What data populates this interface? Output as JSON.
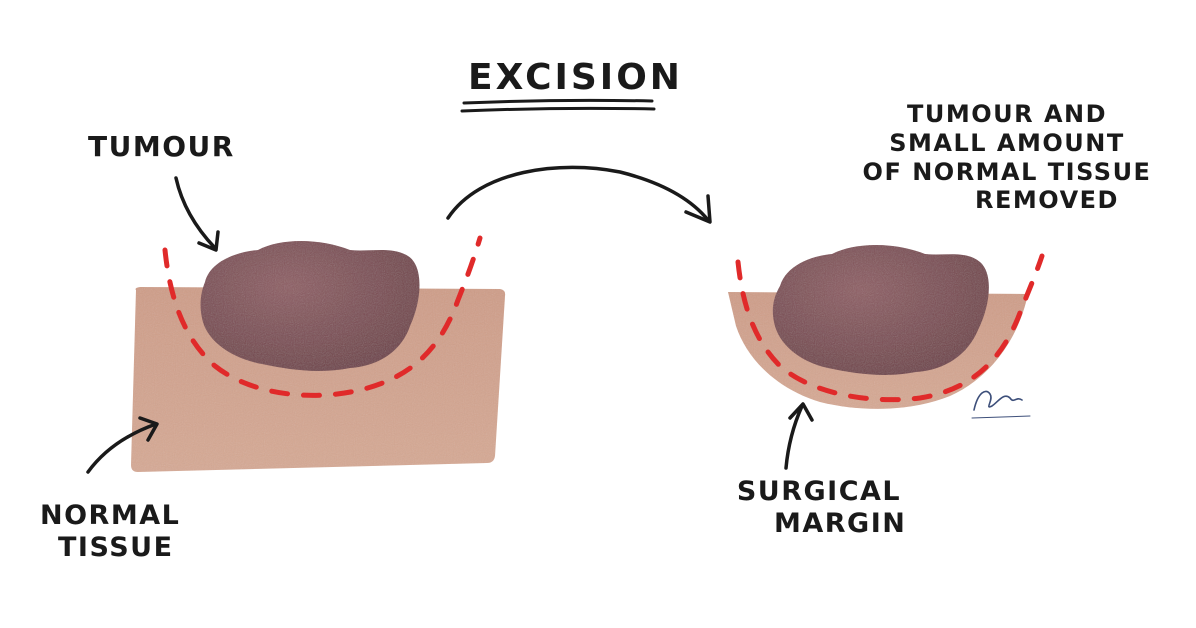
{
  "title": "EXCISION",
  "labels": {
    "tumour": "TUMOUR",
    "normal_tissue": [
      "NORMAL",
      "TISSUE"
    ],
    "removed": [
      "TUMOUR AND",
      "SMALL AMOUNT",
      "OF NORMAL TISSUE",
      "REMOVED"
    ],
    "surgical_margin": [
      "SURGICAL",
      "MARGIN"
    ]
  },
  "colors": {
    "skin": "#d1a08b",
    "tumour": "#7b4b52",
    "margin_line": "#e02a2a",
    "ink": "#1a1a1a"
  },
  "icons": {
    "artist_signature": "signature-mark"
  }
}
